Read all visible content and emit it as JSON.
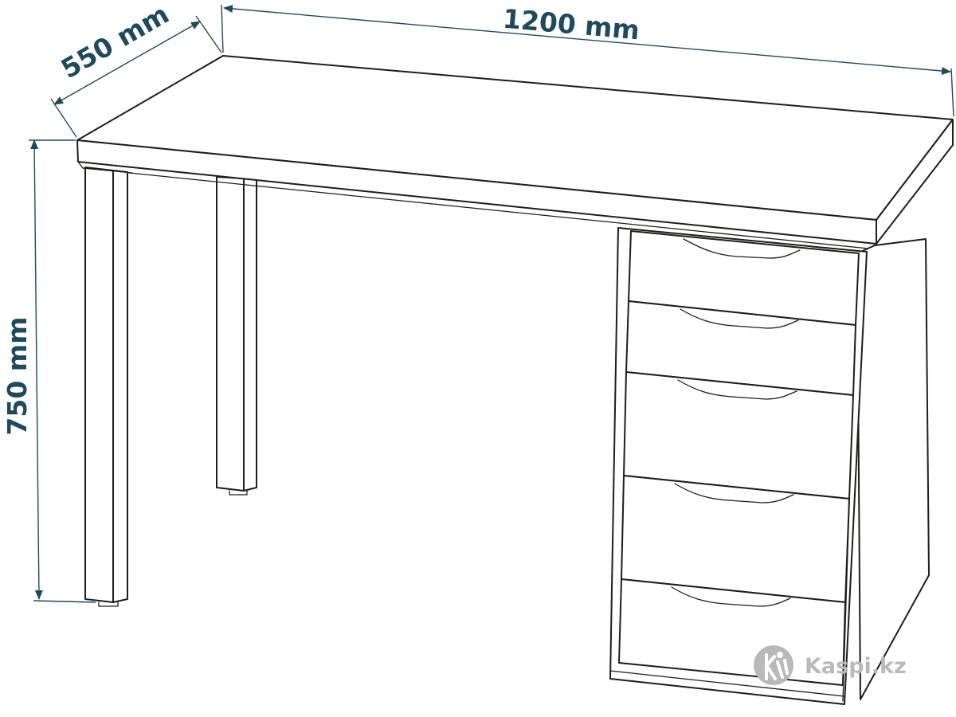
{
  "dimensions": {
    "width": "1200 mm",
    "depth": "550 mm",
    "height": "750 mm"
  },
  "watermark": {
    "text": "Kaspi.kz",
    "icon": "kaspi-logo-icon"
  },
  "colors": {
    "dimension": "#1f4a5e",
    "outline": "#1d1d1b",
    "watermark": "#b9b9b9"
  }
}
